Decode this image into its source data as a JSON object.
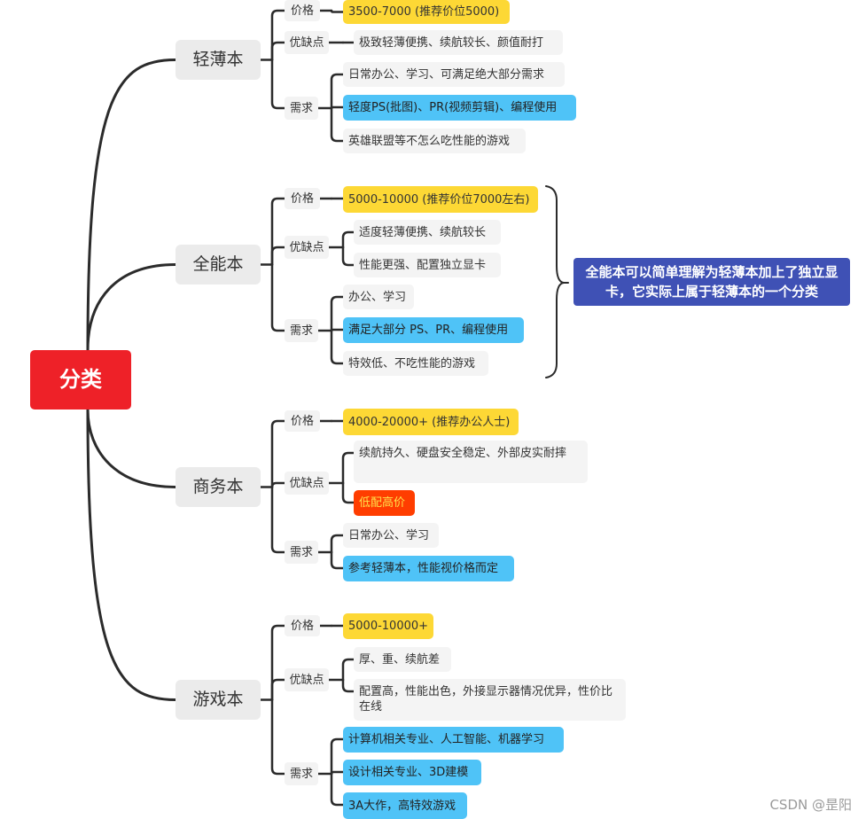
{
  "root": "分类",
  "note": "全能本可以简单理解为轻薄本加上了独立显卡，它实际上属于轻薄本的一个分类",
  "watermark": "CSDN @昰阳",
  "labels": {
    "price": "价格",
    "proscons": "优缺点",
    "demand": "需求"
  },
  "categories": [
    {
      "name": "轻薄本",
      "price": [
        {
          "text": "3500-7000 (推荐价位5000)",
          "style": "yellow"
        }
      ],
      "proscons": [
        {
          "text": "极致轻薄便携、续航较长、颜值耐打",
          "style": "grey"
        }
      ],
      "demand": [
        {
          "text": "日常办公、学习、可满足绝大部分需求",
          "style": "grey"
        },
        {
          "text": "轻度PS(批图)、PR(视频剪辑)、编程使用",
          "style": "blue"
        },
        {
          "text": "英雄联盟等不怎么吃性能的游戏",
          "style": "grey"
        }
      ]
    },
    {
      "name": "全能本",
      "price": [
        {
          "text": "5000-10000 (推荐价位7000左右)",
          "style": "yellow"
        }
      ],
      "proscons": [
        {
          "text": "适度轻薄便携、续航较长",
          "style": "grey"
        },
        {
          "text": "性能更强、配置独立显卡",
          "style": "grey"
        }
      ],
      "demand": [
        {
          "text": "办公、学习",
          "style": "grey"
        },
        {
          "text": "满足大部分 PS、PR、编程使用",
          "style": "blue"
        },
        {
          "text": "特效低、不吃性能的游戏",
          "style": "grey"
        }
      ]
    },
    {
      "name": "商务本",
      "price": [
        {
          "text": "4000-20000+ (推荐办公人士)",
          "style": "yellow"
        }
      ],
      "proscons": [
        {
          "text": "续航持久、硬盘安全稳定、外部皮实耐摔",
          "style": "grey"
        },
        {
          "text": "低配高价",
          "style": "red"
        }
      ],
      "demand": [
        {
          "text": "日常办公、学习",
          "style": "grey"
        },
        {
          "text": "参考轻薄本，性能视价格而定",
          "style": "blue"
        }
      ]
    },
    {
      "name": "游戏本",
      "price": [
        {
          "text": "5000-10000+",
          "style": "yellow"
        }
      ],
      "proscons": [
        {
          "text": "厚、重、续航差",
          "style": "grey"
        },
        {
          "text": "配置高，性能出色，外接显示器情况优异，性价比在线",
          "style": "grey"
        }
      ],
      "demand": [
        {
          "text": "计算机相关专业、人工智能、机器学习",
          "style": "blue"
        },
        {
          "text": "设计相关专业、3D建模",
          "style": "blue"
        },
        {
          "text": "3A大作，高特效游戏",
          "style": "blue"
        }
      ]
    }
  ]
}
